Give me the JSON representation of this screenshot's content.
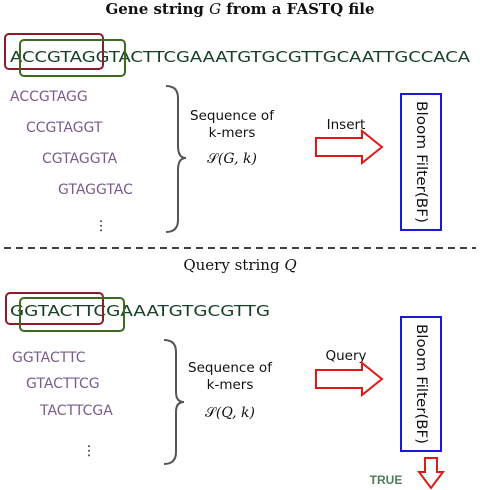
{
  "colors": {
    "gene_text": "#174227",
    "kmer_text": "#7b5b8e",
    "box_red": "#8e1b2a",
    "box_green": "#3c6a1f",
    "bloom_border": "#1a1ad6",
    "arrow_red": "#e01818",
    "true_text": "#4e7b5c",
    "brace": "#555555",
    "divider": "#000000"
  },
  "top": {
    "title_prefix": "Gene string ",
    "title_var": "G",
    "title_suffix": " from a FASTQ file",
    "gene_string": "ACCGTAGGTACTTCGAAATGTGCGTTGCAATTGCCACA",
    "kmers": [
      "ACCGTAGG",
      "CCGTAGGT",
      "CGTAGGTA",
      "GTAGGTAC"
    ],
    "ellipsis": "⋮",
    "seq_label_line1": "Sequence of",
    "seq_label_line2": "k-mers",
    "math_func": "𝒮",
    "math_args": "(G, k)",
    "arrow_label": "Insert",
    "bloom_label": "Bloom Filter(BF)"
  },
  "bottom": {
    "title_prefix": "Query string ",
    "title_var": "Q",
    "query_string": "GGTACTTCGAAATGTGCGTTG",
    "kmers": [
      "GGTACTTC",
      "GTACTTCG",
      "TACTTCGA"
    ],
    "ellipsis": "⋮",
    "seq_label_line1": "Sequence of",
    "seq_label_line2": "k-mers",
    "math_func": "𝒮",
    "math_args": "(Q, k)",
    "arrow_label": "Query",
    "bloom_label": "Bloom Filter(BF)",
    "result_label": "TRUE"
  }
}
